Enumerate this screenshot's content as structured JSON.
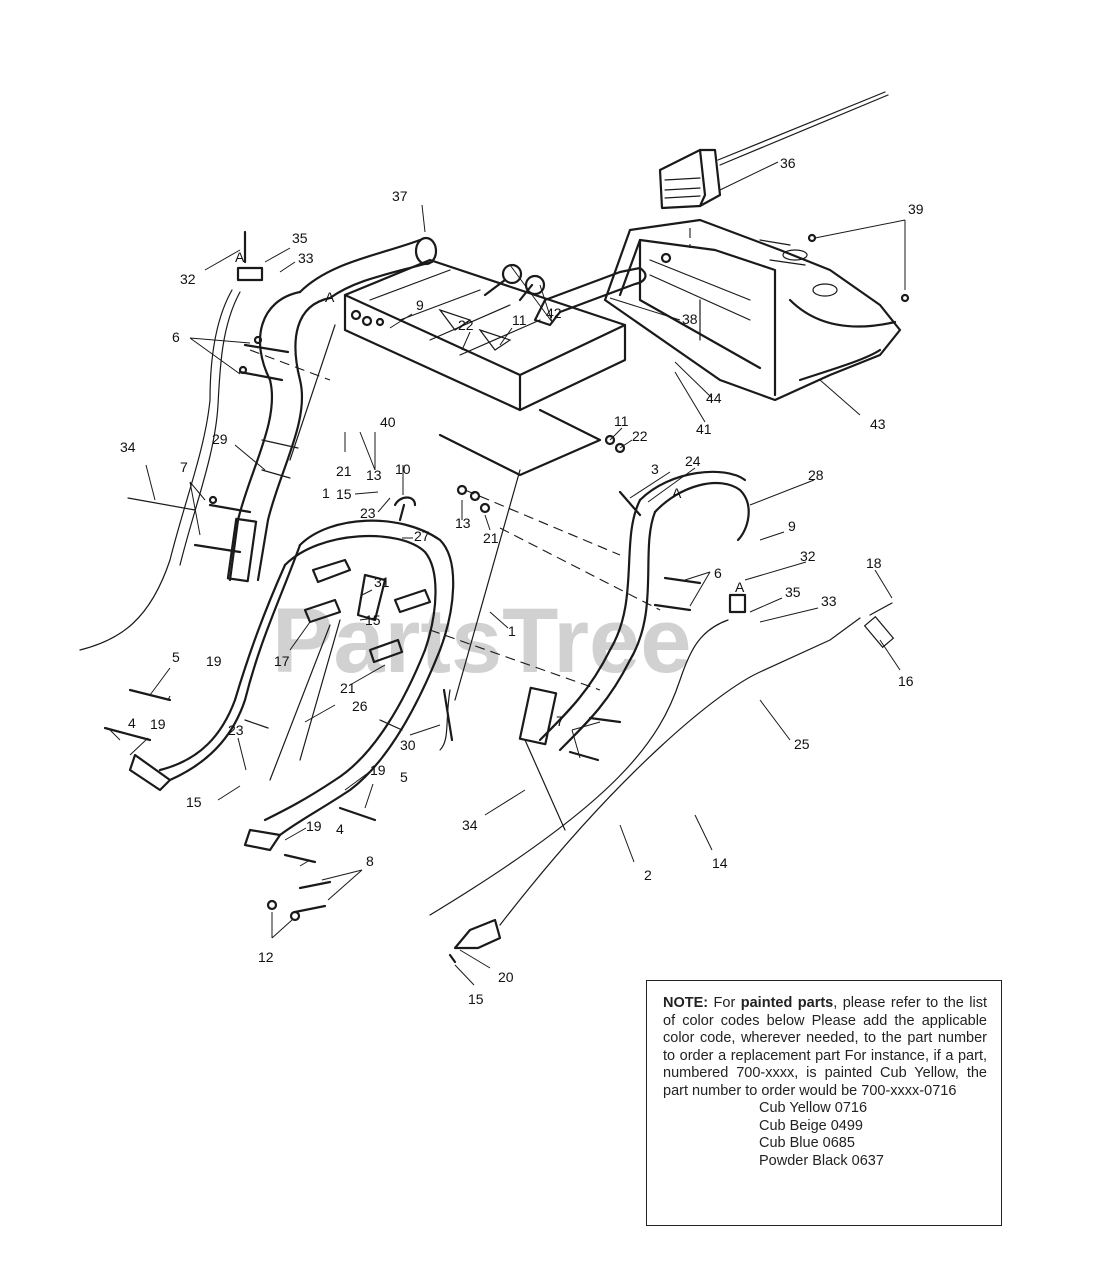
{
  "watermark": "PartsTree",
  "callouts": [
    {
      "id": "c37",
      "text": "37"
    },
    {
      "id": "c36",
      "text": "36"
    },
    {
      "id": "c39",
      "text": "39"
    },
    {
      "id": "c32a",
      "text": "32"
    },
    {
      "id": "c35a",
      "text": "35"
    },
    {
      "id": "c33a",
      "text": "33"
    },
    {
      "id": "cA1",
      "text": "A"
    },
    {
      "id": "cA2",
      "text": "A"
    },
    {
      "id": "c9a",
      "text": "9"
    },
    {
      "id": "c22a",
      "text": "22"
    },
    {
      "id": "c11a",
      "text": "11"
    },
    {
      "id": "c42",
      "text": "42"
    },
    {
      "id": "c6a",
      "text": "6"
    },
    {
      "id": "c38",
      "text": "38"
    },
    {
      "id": "c44",
      "text": "44"
    },
    {
      "id": "c41",
      "text": "41"
    },
    {
      "id": "c43",
      "text": "43"
    },
    {
      "id": "c40",
      "text": "40"
    },
    {
      "id": "c11b",
      "text": "11"
    },
    {
      "id": "c22b",
      "text": "22"
    },
    {
      "id": "c34a",
      "text": "34"
    },
    {
      "id": "c29",
      "text": "29"
    },
    {
      "id": "c21a",
      "text": "21"
    },
    {
      "id": "c13a",
      "text": "13"
    },
    {
      "id": "c10",
      "text": "10"
    },
    {
      "id": "c3",
      "text": "3"
    },
    {
      "id": "c24",
      "text": "24"
    },
    {
      "id": "c7a",
      "text": "7"
    },
    {
      "id": "c1a",
      "text": "1"
    },
    {
      "id": "c15a",
      "text": "15"
    },
    {
      "id": "c23a",
      "text": "23"
    },
    {
      "id": "c13b",
      "text": "13"
    },
    {
      "id": "cA3",
      "text": "A"
    },
    {
      "id": "c28",
      "text": "28"
    },
    {
      "id": "c27",
      "text": "27"
    },
    {
      "id": "c21b",
      "text": "21"
    },
    {
      "id": "c9b",
      "text": "9"
    },
    {
      "id": "c32b",
      "text": "32"
    },
    {
      "id": "c18",
      "text": "18"
    },
    {
      "id": "c6b",
      "text": "6"
    },
    {
      "id": "c31",
      "text": "31"
    },
    {
      "id": "cA4",
      "text": "A"
    },
    {
      "id": "c35b",
      "text": "35"
    },
    {
      "id": "c33b",
      "text": "33"
    },
    {
      "id": "c15b",
      "text": "15"
    },
    {
      "id": "c17",
      "text": "17"
    },
    {
      "id": "c1b",
      "text": "1"
    },
    {
      "id": "c16",
      "text": "16"
    },
    {
      "id": "c5a",
      "text": "5"
    },
    {
      "id": "c19a",
      "text": "19"
    },
    {
      "id": "c21c",
      "text": "21"
    },
    {
      "id": "c26",
      "text": "26"
    },
    {
      "id": "c4a",
      "text": "4"
    },
    {
      "id": "c19b",
      "text": "19"
    },
    {
      "id": "c23b",
      "text": "23"
    },
    {
      "id": "c30",
      "text": "30"
    },
    {
      "id": "c7b",
      "text": "7"
    },
    {
      "id": "c25",
      "text": "25"
    },
    {
      "id": "c15c",
      "text": "15"
    },
    {
      "id": "c19c",
      "text": "19"
    },
    {
      "id": "c5b",
      "text": "5"
    },
    {
      "id": "c34b",
      "text": "34"
    },
    {
      "id": "c19d",
      "text": "19"
    },
    {
      "id": "c4b",
      "text": "4"
    },
    {
      "id": "c14",
      "text": "14"
    },
    {
      "id": "c8",
      "text": "8"
    },
    {
      "id": "c2",
      "text": "2"
    },
    {
      "id": "c12",
      "text": "12"
    },
    {
      "id": "c20",
      "text": "20"
    },
    {
      "id": "c15d",
      "text": "15"
    }
  ],
  "note": {
    "heading": "NOTE:",
    "text_a": " For ",
    "bold_b": "painted parts",
    "text_c": ", please refer to the list of color codes below  Please add the applicable color code, wherever needed, to the part number to order a replacement part For instance, if a part, numbered 700-xxxx, is painted Cub Yellow, the part number to order would be 700-xxxx-0716",
    "colors": [
      "Cub Yellow  0716",
      "Cub Beige  0499",
      "Cub Blue  0685",
      "Powder Black  0637"
    ]
  }
}
